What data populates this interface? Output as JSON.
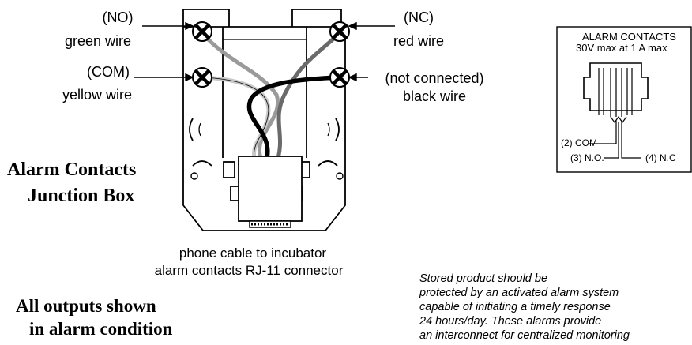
{
  "labels": {
    "no_code": "(NO)",
    "no_wire": "green wire",
    "nc_code": "(NC)",
    "nc_wire": "red wire",
    "com_code": "(COM)",
    "com_wire": "yellow wire",
    "nc2_code": "(not connected)",
    "nc2_wire": "black wire"
  },
  "title": {
    "line1": "Alarm Contacts",
    "line2": "Junction Box"
  },
  "cable_caption": {
    "line1": "phone cable to incubator",
    "line2": "alarm contacts RJ-11 connector"
  },
  "outputs_note": {
    "line1": "All outputs shown",
    "line2": "in alarm condition"
  },
  "inset": {
    "title1": "ALARM CONTACTS",
    "title2": "30V max at 1 A max",
    "com": "(2) COM",
    "no": "(3) N.O.",
    "nc": "(4) N.C"
  },
  "note": {
    "line1": "Stored product should be",
    "line2": "protected by an activated alarm system",
    "line3": "capable of initiating a timely response",
    "line4": "24 hours/day. These alarms provide",
    "line5": "an interconnect for centralized monitoring"
  },
  "wire_colors": {
    "green": "#9a9a9a",
    "red": "#6a6a6a",
    "yellow": "#c8c8c8",
    "black": "#000000"
  }
}
